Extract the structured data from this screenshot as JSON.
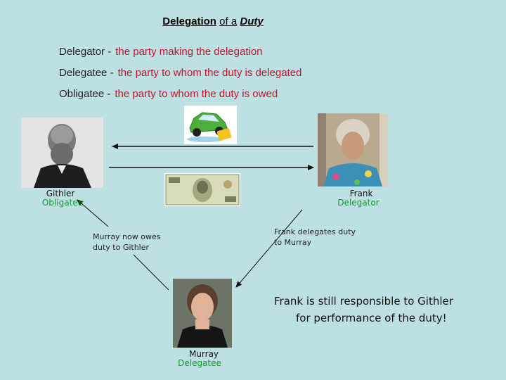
{
  "title": {
    "prefix": "Delegation",
    "middle": "of a",
    "suffix": "Duty"
  },
  "definitions": [
    {
      "term": "Delegator -",
      "definition": "the party making the delegation"
    },
    {
      "term": "Delegatee -",
      "definition": "the party to whom the duty is delegated"
    },
    {
      "term": "Obligatee -",
      "definition": "the party to whom the duty is owed"
    }
  ],
  "parties": {
    "githler": {
      "name": "Githler",
      "role": "Obligatee"
    },
    "frank": {
      "name": "Frank",
      "role": "Delegator"
    },
    "murray": {
      "name": "Murray",
      "role": "Delegatee"
    }
  },
  "notes": {
    "murray_owes": [
      "Murray now owes",
      "duty to Githler"
    ],
    "frank_delegates": [
      "Frank delegates duty",
      "to Murray"
    ]
  },
  "conclusion": [
    "Frank is still responsible to Githler",
    "for performance of the duty!"
  ],
  "colors": {
    "background": "#bde0e3",
    "definition": "#c0142a",
    "role": "#119a2b"
  }
}
